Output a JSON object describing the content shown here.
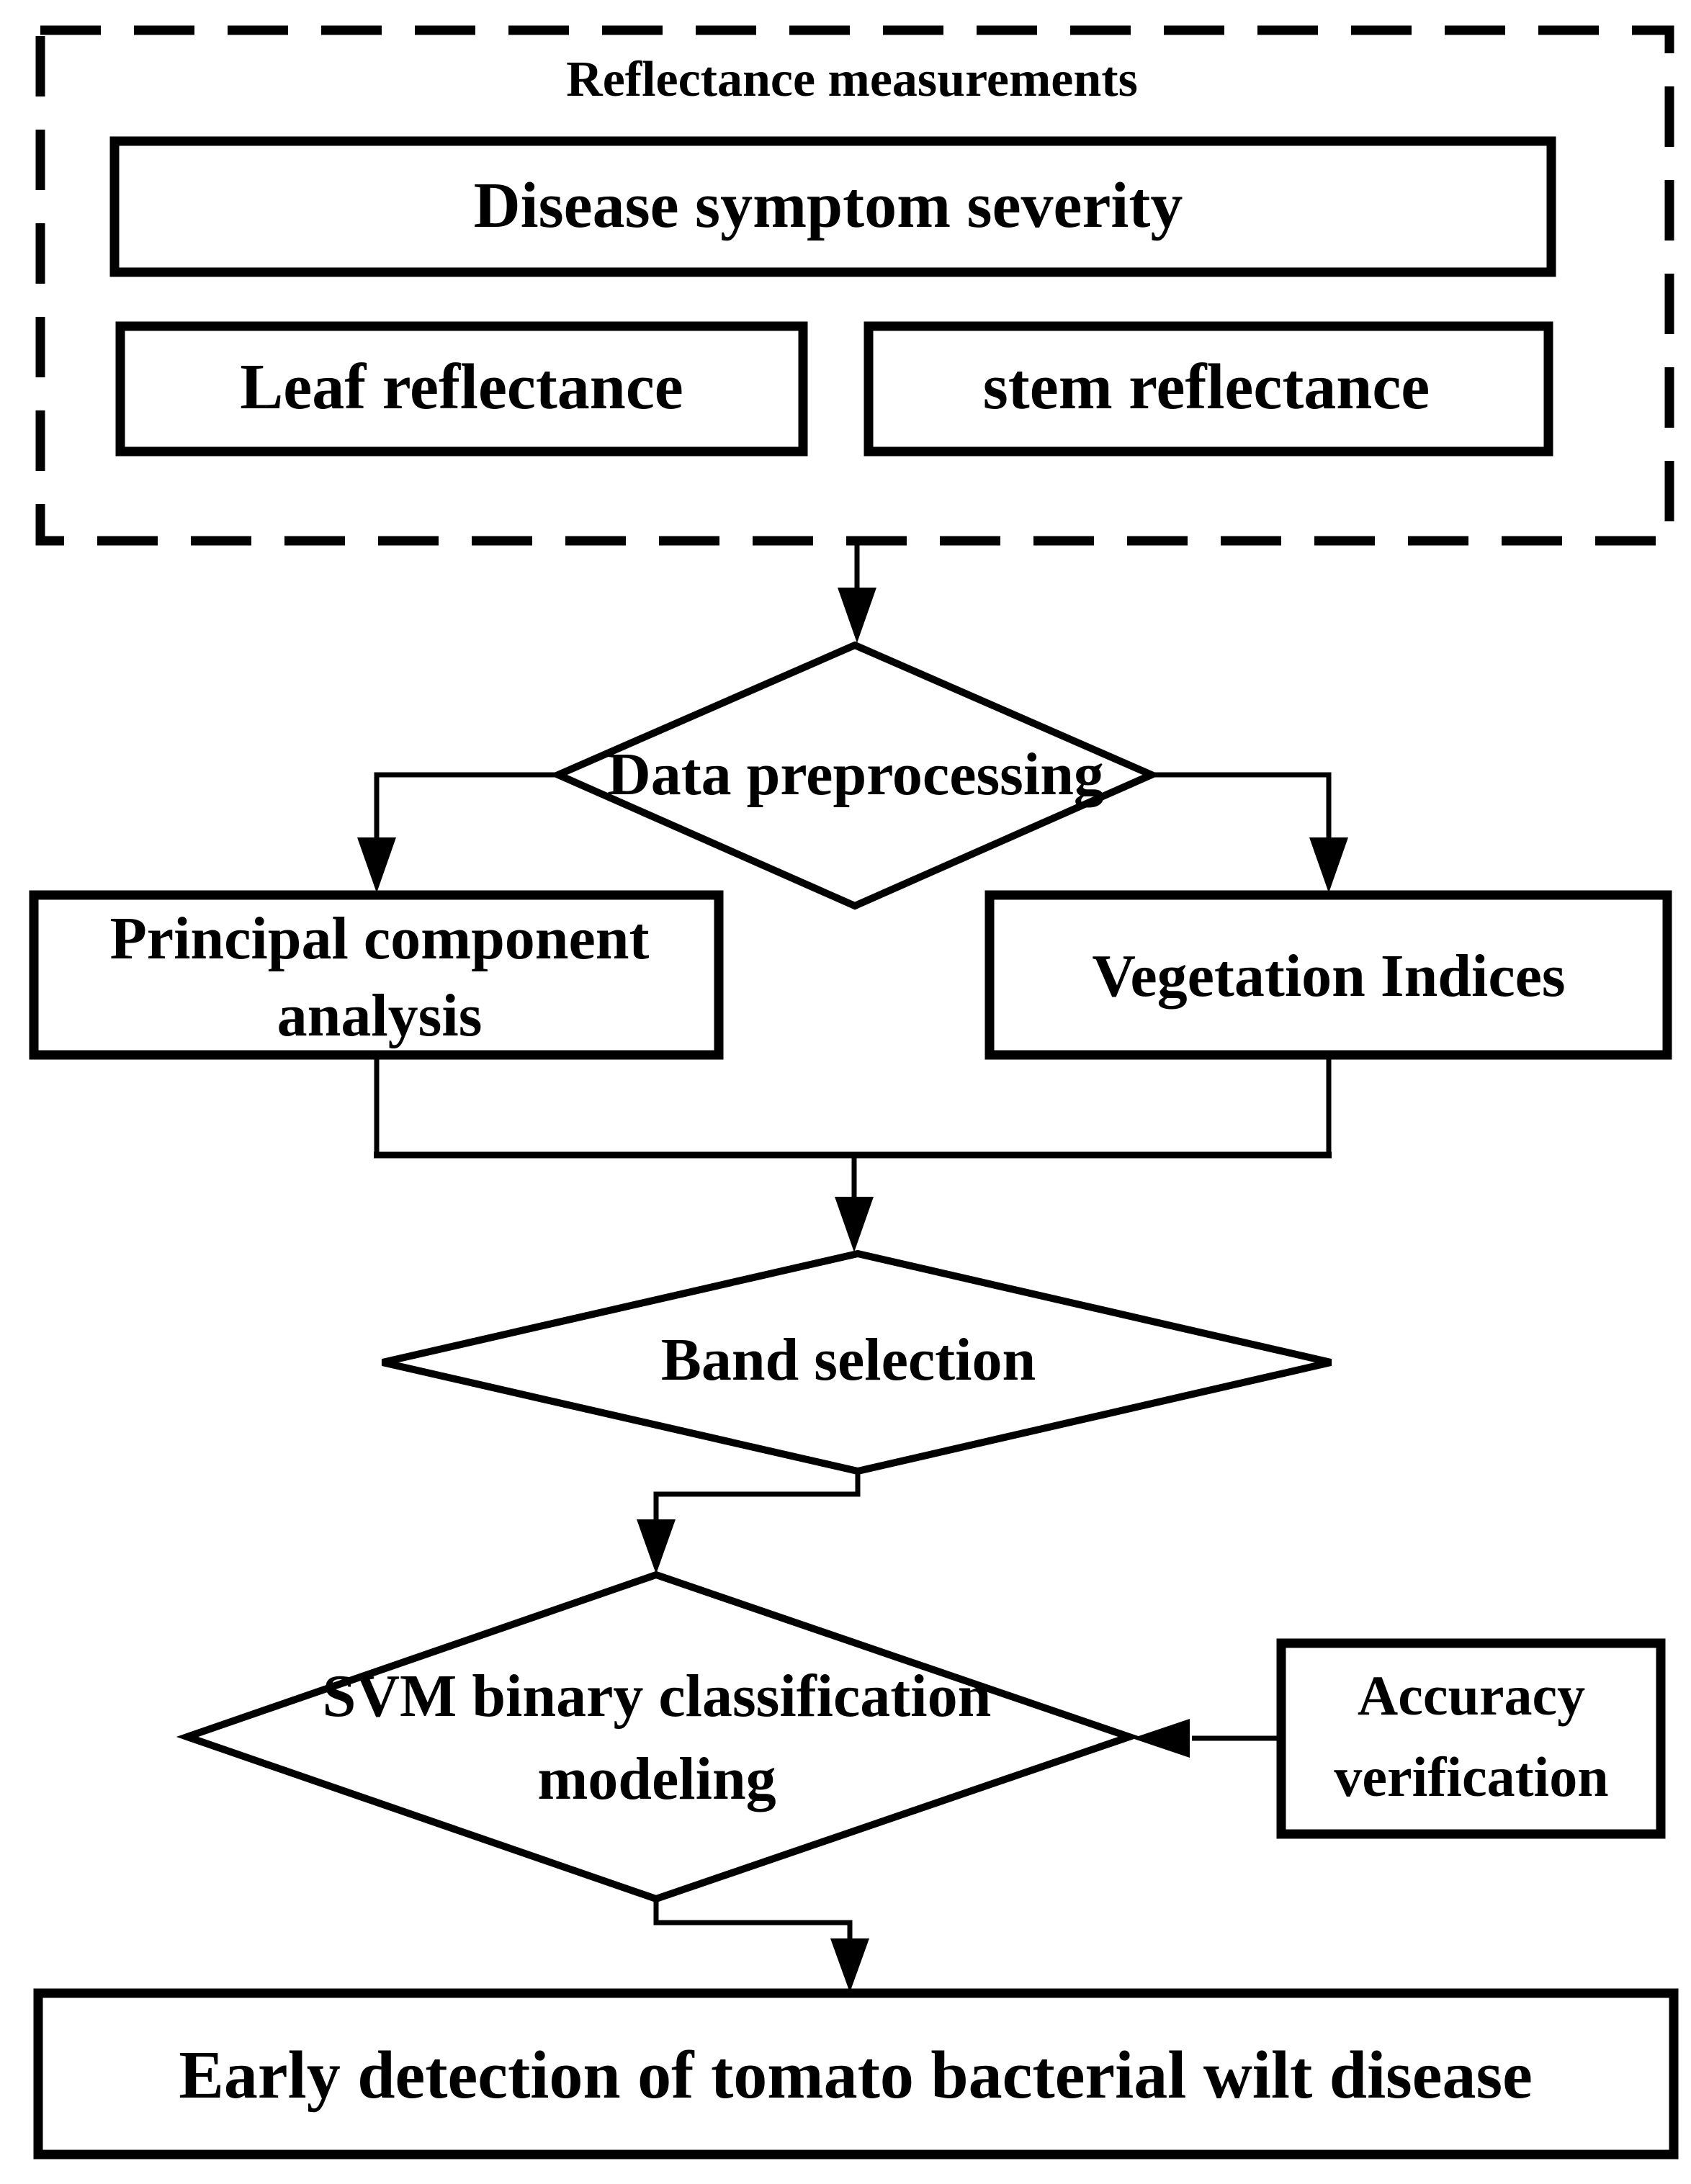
{
  "diagram": {
    "reflectance_group": {
      "title": "Reflectance measurements",
      "disease_box": "Disease symptom severity",
      "leaf_box": "Leaf reflectance",
      "stem_box": "stem reflectance"
    },
    "preprocessing_diamond": {
      "label": "Data preprocessing"
    },
    "pca_box": {
      "line1": "Principal component",
      "line2": "analysis"
    },
    "vegetation_box": {
      "label": "Vegetation Indices"
    },
    "band_diamond": {
      "label": "Band selection"
    },
    "svm_diamond": {
      "line1": "SVM binary classification",
      "line2": "modeling"
    },
    "accuracy_box": {
      "line1": "Accuracy",
      "line2": "verification"
    },
    "final_box": {
      "label": "Early detection of tomato bacterial wilt disease"
    },
    "colors": {
      "stroke": "#000000",
      "background": "#ffffff"
    }
  }
}
